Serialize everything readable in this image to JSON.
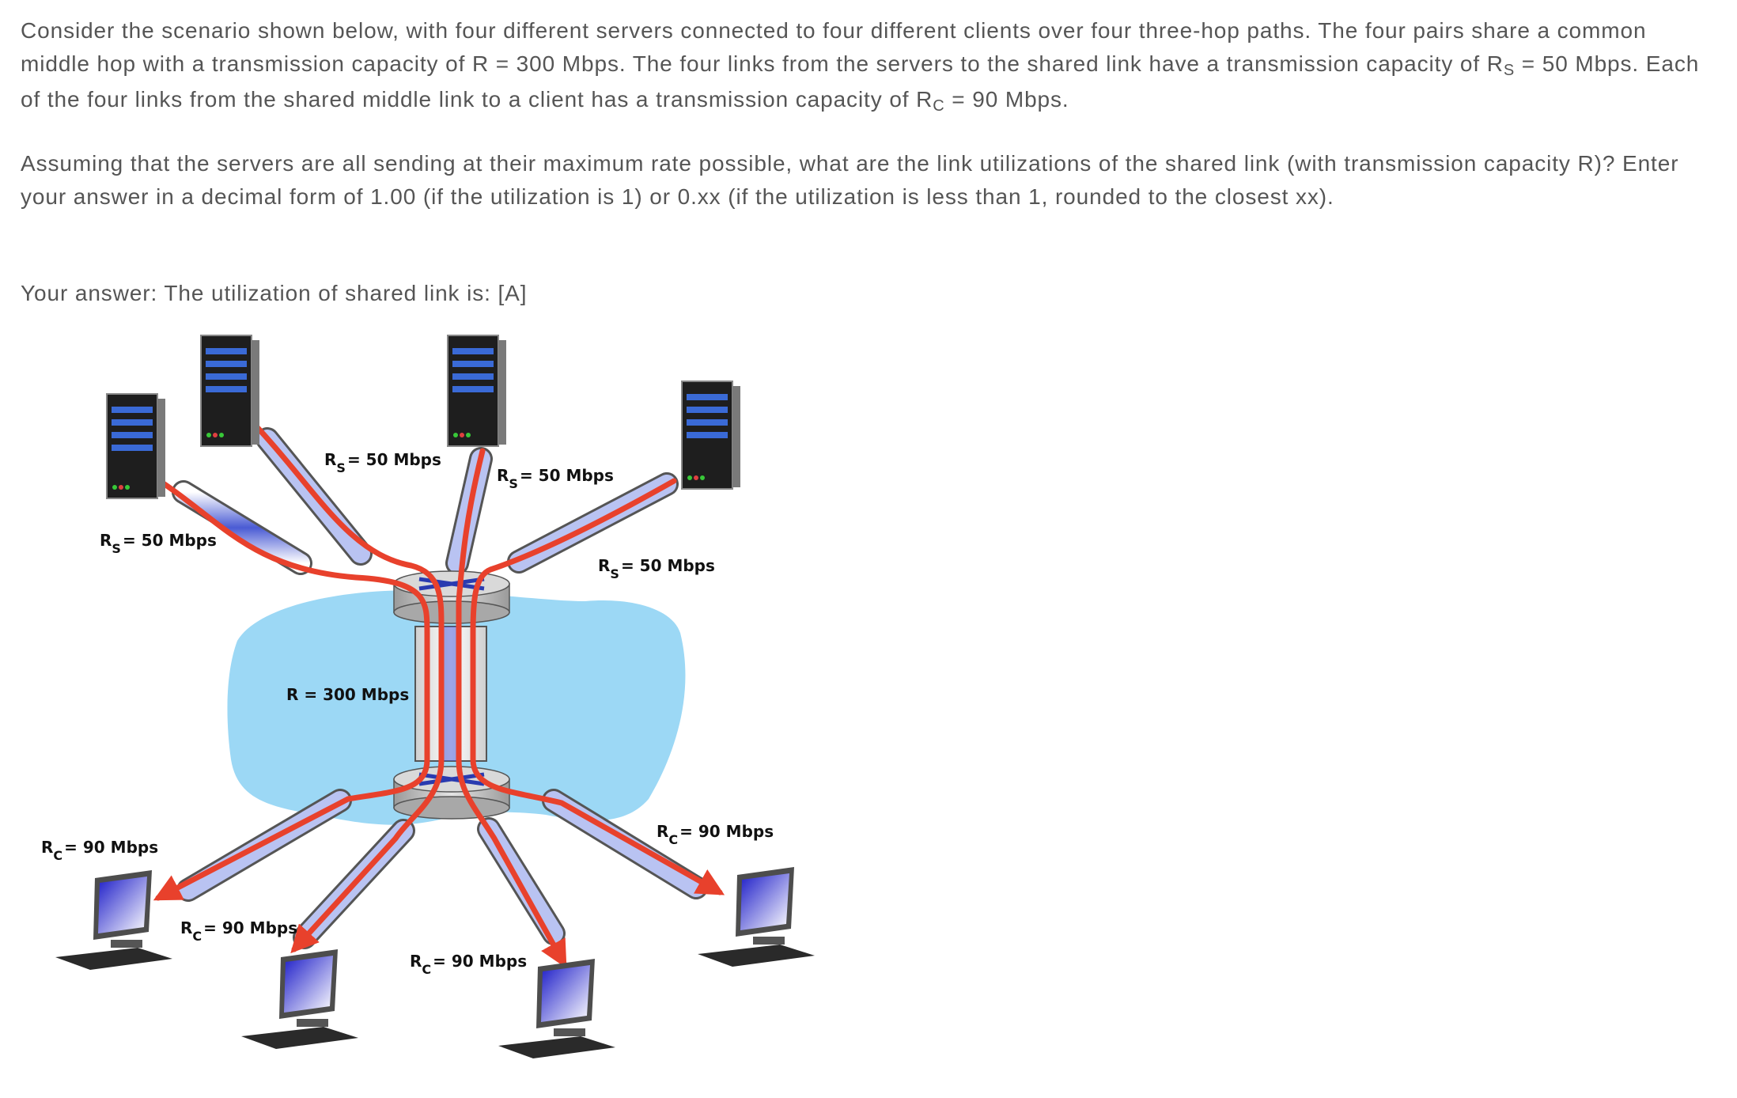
{
  "question": {
    "p1_a": "Consider the scenario shown below, with four different servers connected to four different clients over four three-hop paths. The four pairs share a common middle hop with a transmission capacity of R = 300 Mbps. The four links from the servers to the shared link have a transmission capacity of R",
    "p1_sub_s": "S",
    "p1_b": " = 50 Mbps. Each of the four links from the shared middle link to a client has a transmission capacity of R",
    "p1_sub_c": "C",
    "p1_c": " = 90 Mbps.",
    "p2": "Assuming that the servers are all sending at their maximum rate possible, what are the link utilizations of the shared link (with transmission capacity R)? Enter your answer in a decimal form of 1.00 (if the utilization is 1) or 0.xx (if the utilization is less than 1, rounded to the closest xx).",
    "p3": "Your answer: The utilization of shared link is: [A]"
  },
  "diagram": {
    "server_link_prefix": "R",
    "server_link_sub": "S",
    "server_link_value": "= 50 Mbps",
    "client_link_prefix": "R",
    "client_link_sub": "C",
    "client_link_value": "= 90 Mbps",
    "shared_link_label": "R = 300 Mbps",
    "colors": {
      "flow_arrow": "#e8412c",
      "cloud": "#9cd8f5",
      "link_tube": "#4a5bd4",
      "router": "#bcbcbc"
    },
    "icons": [
      "server-icon",
      "router-icon",
      "client-computer-icon"
    ]
  }
}
